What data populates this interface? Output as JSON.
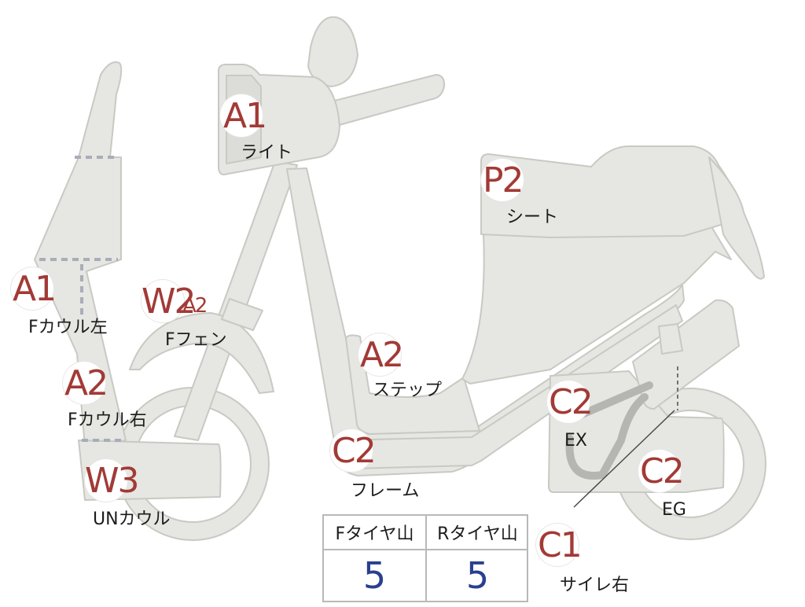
{
  "colors": {
    "body_fill": "#e6e6e2",
    "body_stroke": "#c9c9c4",
    "grade_text": "#a23a36",
    "value_text": "#2a3f8f",
    "dashed": "#a8adb8"
  },
  "parts": [
    {
      "id": "light",
      "grade": "A1",
      "label": "ライト"
    },
    {
      "id": "seat",
      "grade": "P2",
      "label": "シート"
    },
    {
      "id": "fcowl-l",
      "grade": "A1",
      "label": "Fカウル左"
    },
    {
      "id": "ffender",
      "grade": "W2",
      "grade2": "A2",
      "label": "Fフェン"
    },
    {
      "id": "step",
      "grade": "A2",
      "label": "ステップ"
    },
    {
      "id": "fcowl-r",
      "grade": "A2",
      "label": "Fカウル右"
    },
    {
      "id": "ex",
      "grade": "C2",
      "label": "EX"
    },
    {
      "id": "frame",
      "grade": "C2",
      "label": "フレーム"
    },
    {
      "id": "eg",
      "grade": "C2",
      "label": "EG"
    },
    {
      "id": "un-cowl",
      "grade": "W3",
      "label": "UNカウル"
    },
    {
      "id": "silencer",
      "grade": "C1",
      "label": "サイレ右"
    }
  ],
  "tire_table": {
    "front_label": "Fタイヤ山",
    "rear_label": "Rタイヤ山",
    "front_value": "5",
    "rear_value": "5"
  }
}
